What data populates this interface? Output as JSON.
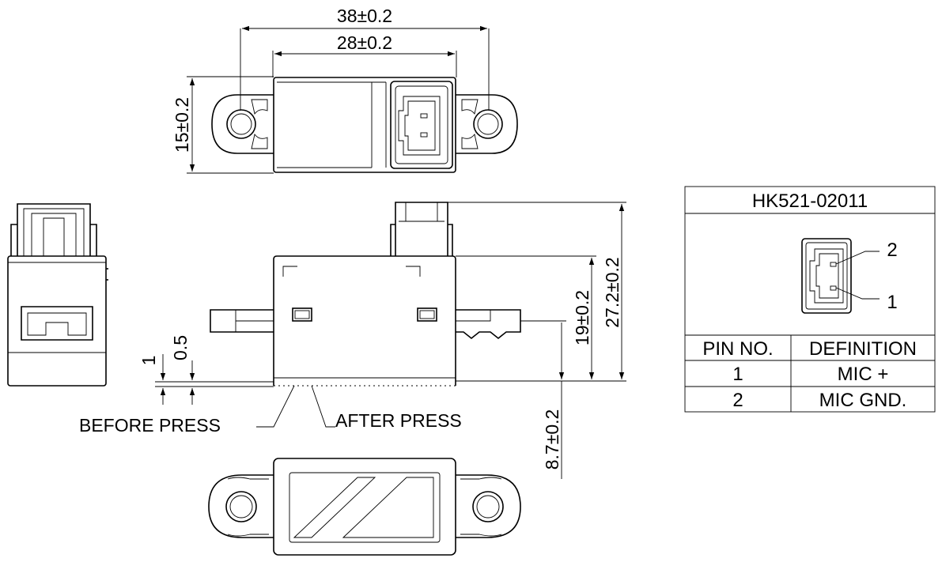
{
  "dimensions": {
    "overall_width": "38±0.2",
    "body_width": "28±0.2",
    "body_depth": "15±0.2",
    "total_height": "27.2±0.2",
    "body_height": "19±0.2",
    "press_height": "8.7±0.2",
    "press_travel": "1",
    "press_offset": "0.5"
  },
  "annotations": {
    "before_press": "BEFORE PRESS",
    "after_press": "AFTER PRESS"
  },
  "pin_table": {
    "part_number": "HK521-02011",
    "pin_callouts": [
      "2",
      "1"
    ],
    "headers": [
      "PIN NO.",
      "DEFINITION"
    ],
    "rows": [
      {
        "pin": "1",
        "definition": "MIC +"
      },
      {
        "pin": "2",
        "definition": "MIC GND."
      }
    ]
  }
}
